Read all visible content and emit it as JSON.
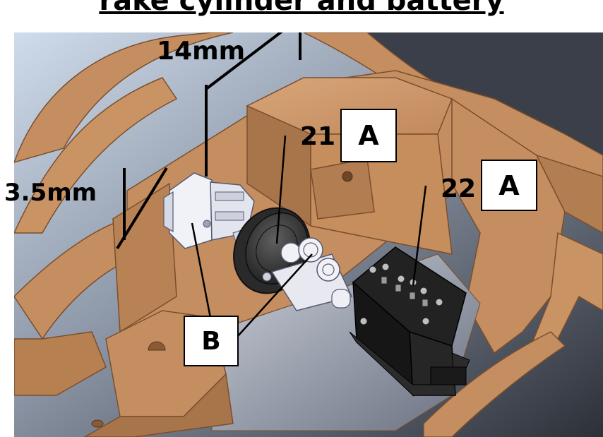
{
  "title": "rake cylinder and battery",
  "dimensions": {
    "top": "14mm",
    "side": "3.5mm"
  },
  "labels": {
    "n21": "21",
    "box21": "A",
    "n22": "22",
    "box22": "A",
    "boxB": "B"
  },
  "colors": {
    "frame": "#c58e60",
    "frame_dark": "#8a5a35",
    "frame_light": "#dcae85",
    "shadow": "#3c4048",
    "cylinder": "#e6e8f0",
    "booster": "#3a3a3a",
    "battery": "#1e1e1e"
  }
}
